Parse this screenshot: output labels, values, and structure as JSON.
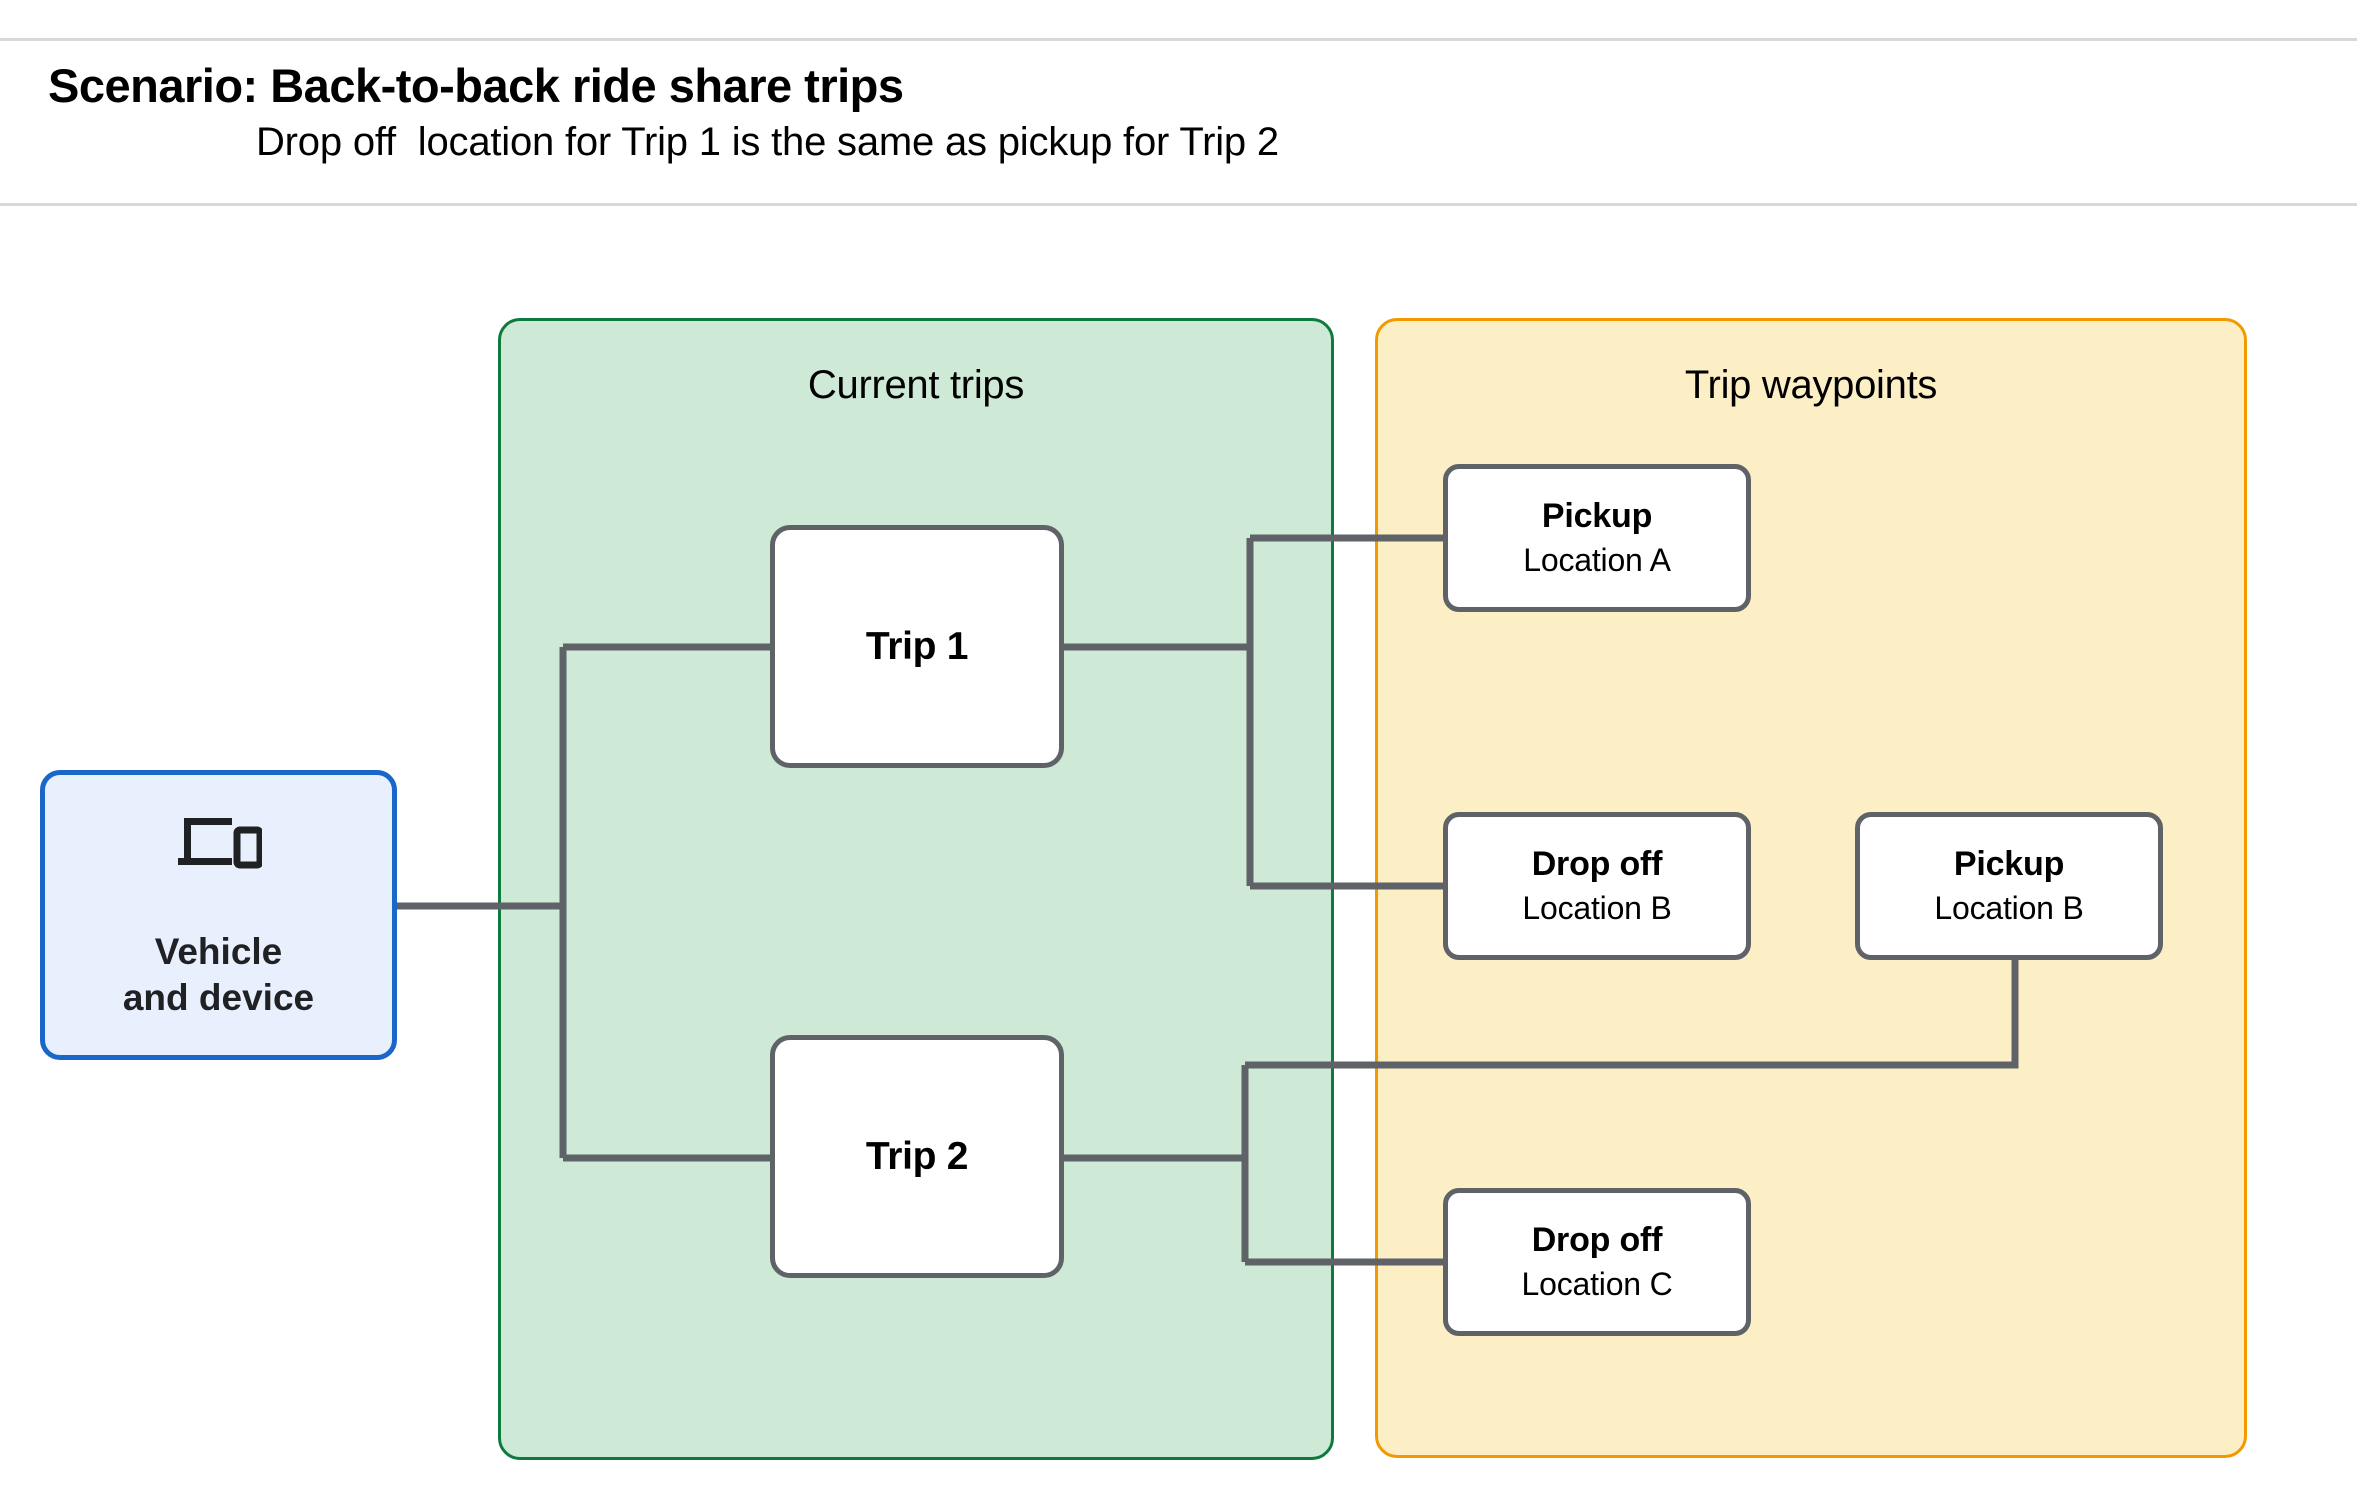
{
  "header": {
    "title": "Scenario: Back-to-back ride share trips",
    "subtitle": "Drop off  location for Trip 1 is the same as pickup for Trip 2"
  },
  "groups": {
    "current_trips": {
      "title": "Current trips",
      "fill_color": "#ceead6",
      "border_color": "#0f7a3d"
    },
    "trip_waypoints": {
      "title": "Trip waypoints",
      "fill_color": "#fcefc6",
      "border_color": "#f29900"
    }
  },
  "nodes": {
    "vehicle": {
      "label": "Vehicle\nand device",
      "icon": "devices-icon",
      "fill_color": "#e8f0fe",
      "border_color": "#1a66c9"
    },
    "trips": [
      {
        "label": "Trip 1"
      },
      {
        "label": "Trip 2"
      }
    ],
    "waypoints": [
      {
        "id": "pickup-a",
        "title": "Pickup",
        "location": "Location A"
      },
      {
        "id": "dropoff-b",
        "title": "Drop off",
        "location": "Location B"
      },
      {
        "id": "pickup-b",
        "title": "Pickup",
        "location": "Location B"
      },
      {
        "id": "dropoff-c",
        "title": "Drop off",
        "location": "Location C"
      }
    ]
  },
  "connector_color": "#5f6368",
  "rule_color": "#d8d8d8"
}
